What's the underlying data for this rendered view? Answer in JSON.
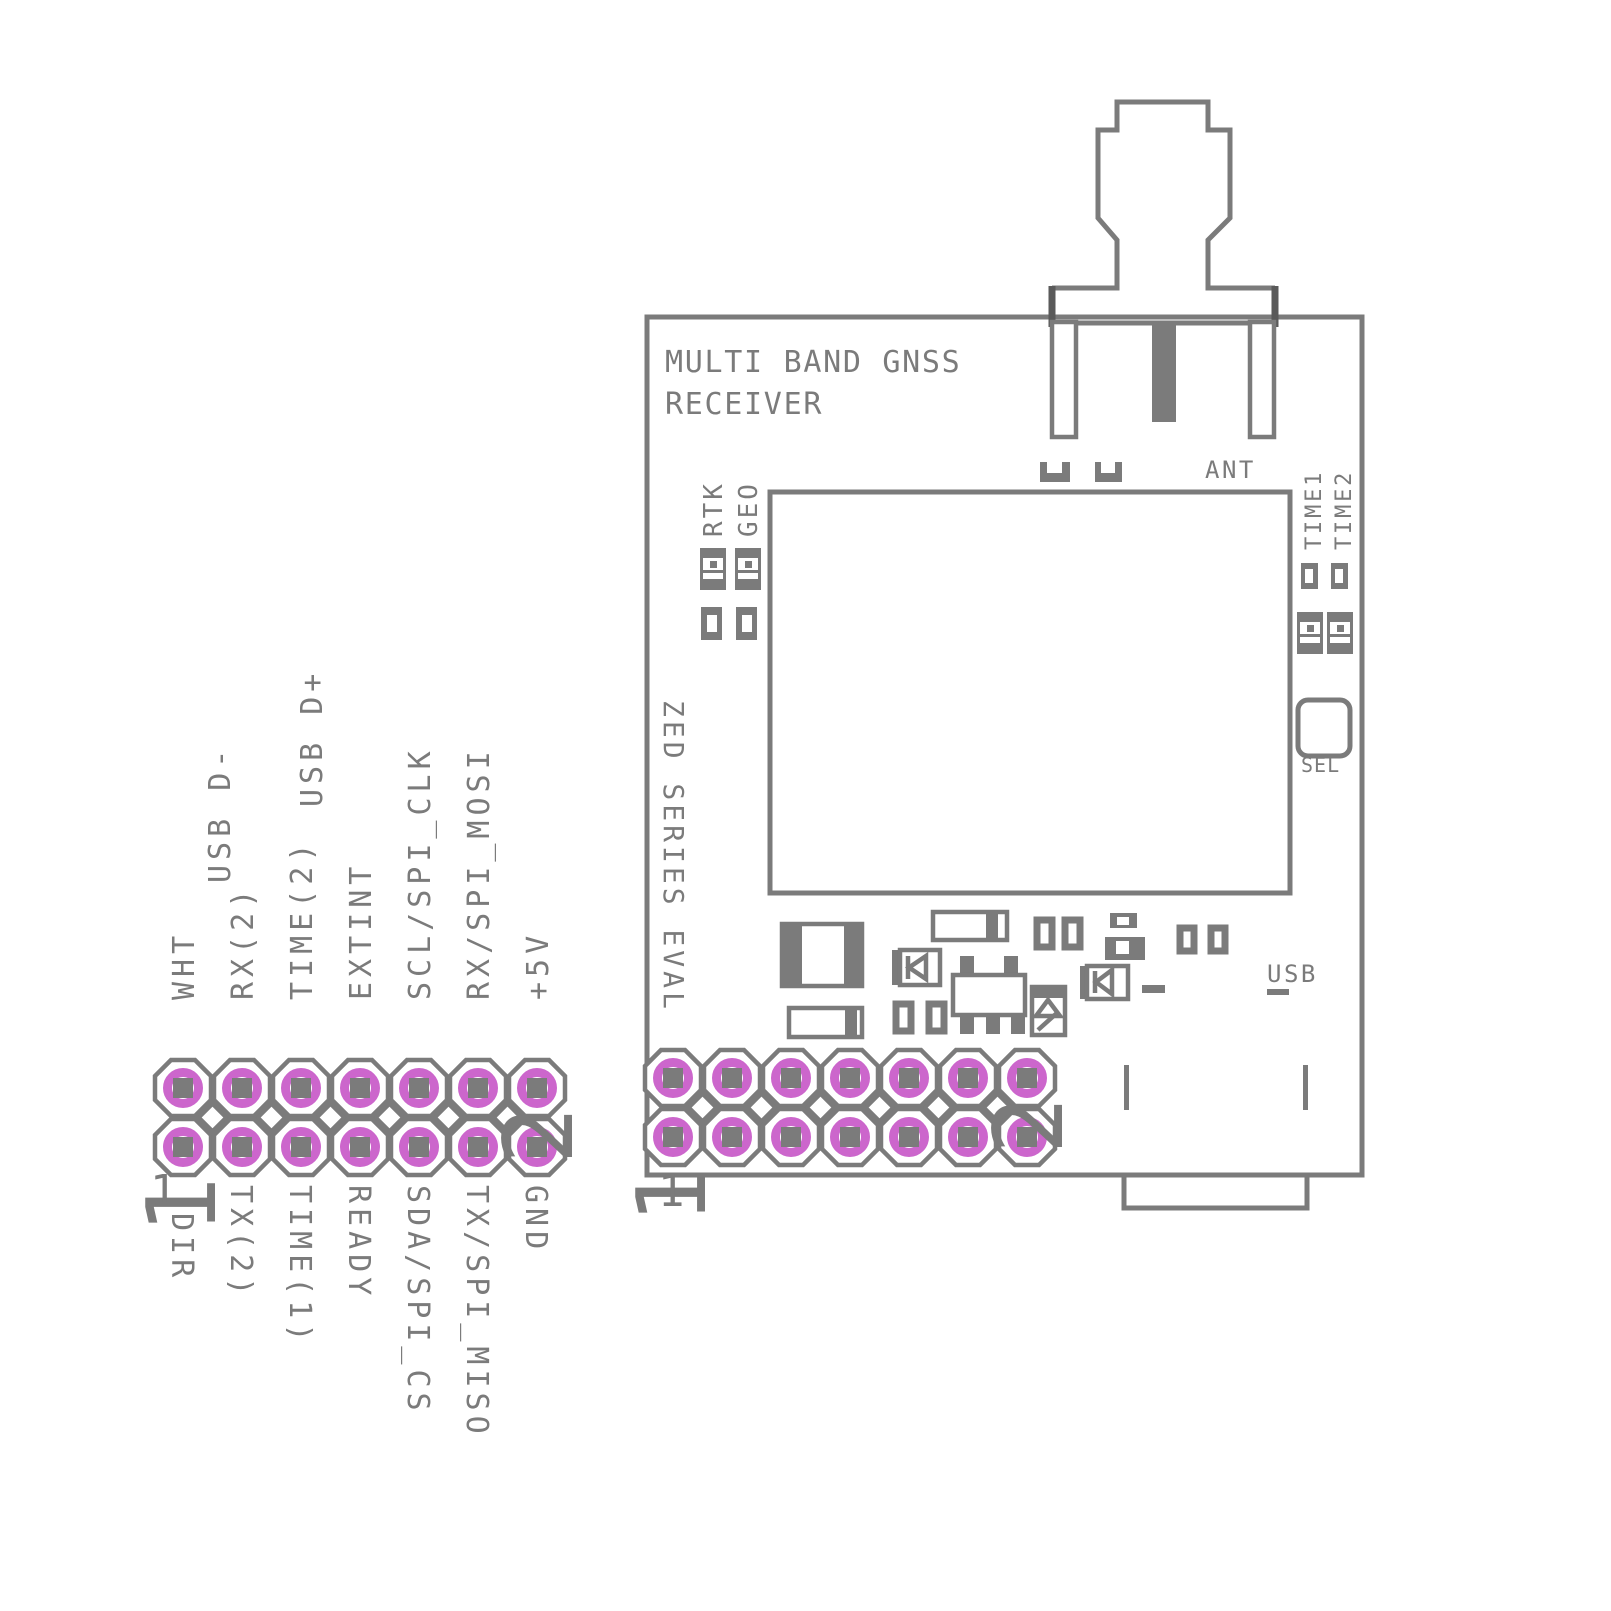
{
  "page": {
    "background": "#ffffff"
  },
  "colors": {
    "silkscreen": "#7b7b7b",
    "pad_ring": "#cc66cc",
    "pad_hole": "#7b7b7b"
  },
  "board": {
    "title_line1": "MULTI BAND GNSS",
    "title_line2": "RECEIVER",
    "side_label": "ZED SERIES EVAL",
    "ant_label": "ANT",
    "usb_label": "USB",
    "sel_label": "SEL",
    "led_labels": {
      "rtk": "RTK",
      "geo": "GEO",
      "time1": "TIME1",
      "time2": "TIME2"
    },
    "header": {
      "pin1_number": "1",
      "pin2_number": "2",
      "pin1_callout": "1"
    }
  },
  "pinout_header": {
    "pin1_number": "1",
    "pin2_number": "2",
    "pin1_callout": "1",
    "top_labels": [
      "WHT",
      "RX(2)",
      "TIME(2)",
      "EXTINT",
      "SCL/SPI_CLK",
      "RX/SPI_MOSI",
      "+5V"
    ],
    "secondary_top_labels": [
      "USB D-",
      "USB D+"
    ],
    "bottom_labels": [
      "DIR",
      "TX(2)",
      "TIME(1)",
      "READY",
      "SDA/SPI_CS",
      "TX/SPI_MISO",
      "GND"
    ]
  }
}
